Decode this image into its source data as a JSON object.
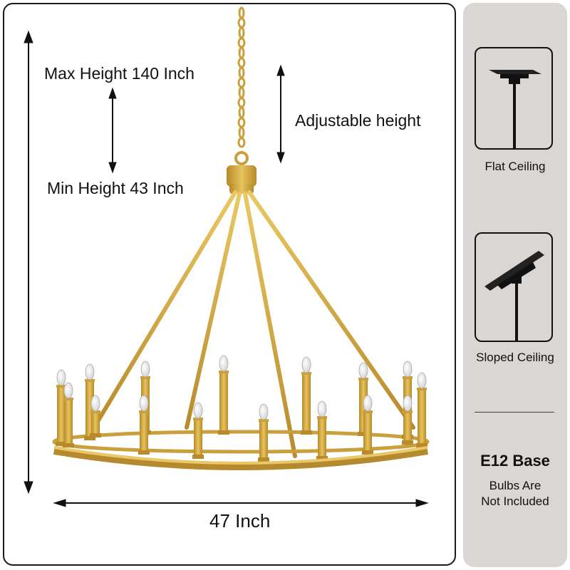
{
  "dimensions": {
    "max_height": "Max Height 140 Inch",
    "min_height": "Min Height 43 Inch",
    "adjustable": "Adjustable height",
    "width": "47 Inch"
  },
  "ceiling_options": [
    {
      "label": "Flat Ceiling",
      "icon": "flat-ceiling-icon"
    },
    {
      "label": "Sloped Ceiling",
      "icon": "sloped-ceiling-icon"
    }
  ],
  "bulb_info": {
    "base": "E12 Base",
    "note_line1": "Bulbs Are",
    "note_line2": "Not Included"
  },
  "colors": {
    "gold": "#d4aa3c",
    "panel": "#d9d6d3",
    "ink": "#111111"
  }
}
